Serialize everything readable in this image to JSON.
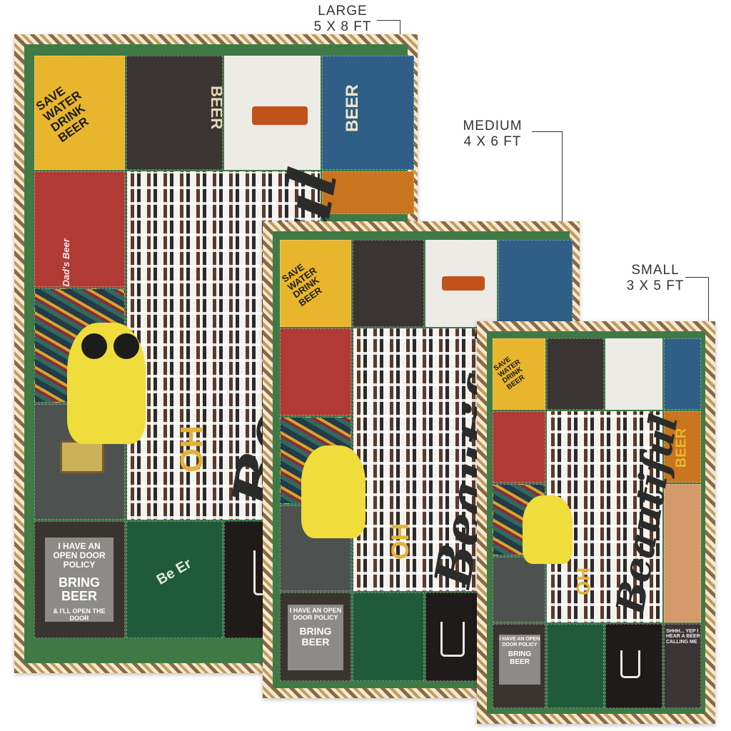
{
  "sizes": [
    {
      "name": "LARGE",
      "dimensions": "5 X 8  FT"
    },
    {
      "name": "MEDIUM",
      "dimensions": "4 X 6  FT"
    },
    {
      "name": "SMALL",
      "dimensions": "3 X 5  FT"
    }
  ],
  "rug_text": {
    "headline_oh": "OH",
    "headline_script": "Beautiful",
    "tile_save_water": "SAVE WATER DRINK BEER",
    "tile_beer": "BEER",
    "tile_dads_beer": "Dad's Beer",
    "tile_open_door": "I HAVE AN OPEN DOOR POLICY",
    "tile_bring_beer": "BRING BEER",
    "tile_open_door_small": "& I'LL OPEN THE DOOR",
    "tile_be_er": "Be Er",
    "tile_shhh": "SHHH... YEP I HEAR A BEER CALLING ME",
    "tile_beer_vertical": "BEER"
  },
  "colors": {
    "grid_green": "#3f7a46",
    "yellow": "#e8b52d",
    "red": "#b23a35",
    "blue": "#2f5f86",
    "green": "#1f5b3a"
  }
}
